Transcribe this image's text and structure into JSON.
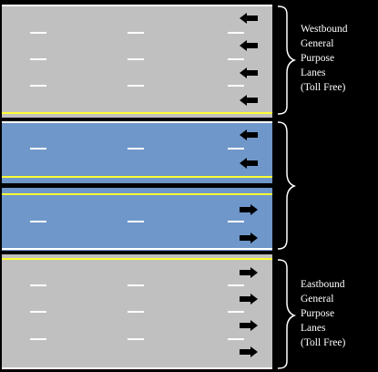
{
  "colors": {
    "background": "#000000",
    "pavement": "#c0c0c0",
    "managed_lanes": "#6f97c9",
    "white_marking": "#ffffff",
    "yellow_marking": "#ffff33",
    "barrier": "#000000",
    "arrow": "#000000",
    "label_text": "#ffffff"
  },
  "sections": {
    "westbound_general": {
      "lanes": 4,
      "direction": "westbound",
      "arrow_icon": "arrow-left-icon",
      "label": [
        "Westbound",
        "General",
        "Purpose",
        "Lanes",
        "(Toll Free)"
      ]
    },
    "managed": {
      "westbound_lanes": 2,
      "eastbound_lanes": 2,
      "westbound_arrow_icon": "arrow-left-icon",
      "eastbound_arrow_icon": "arrow-right-icon",
      "label": []
    },
    "eastbound_general": {
      "lanes": 4,
      "direction": "eastbound",
      "arrow_icon": "arrow-right-icon",
      "label": [
        "Eastbound",
        "General",
        "Purpose",
        "Lanes",
        "(Toll Free)"
      ]
    }
  }
}
